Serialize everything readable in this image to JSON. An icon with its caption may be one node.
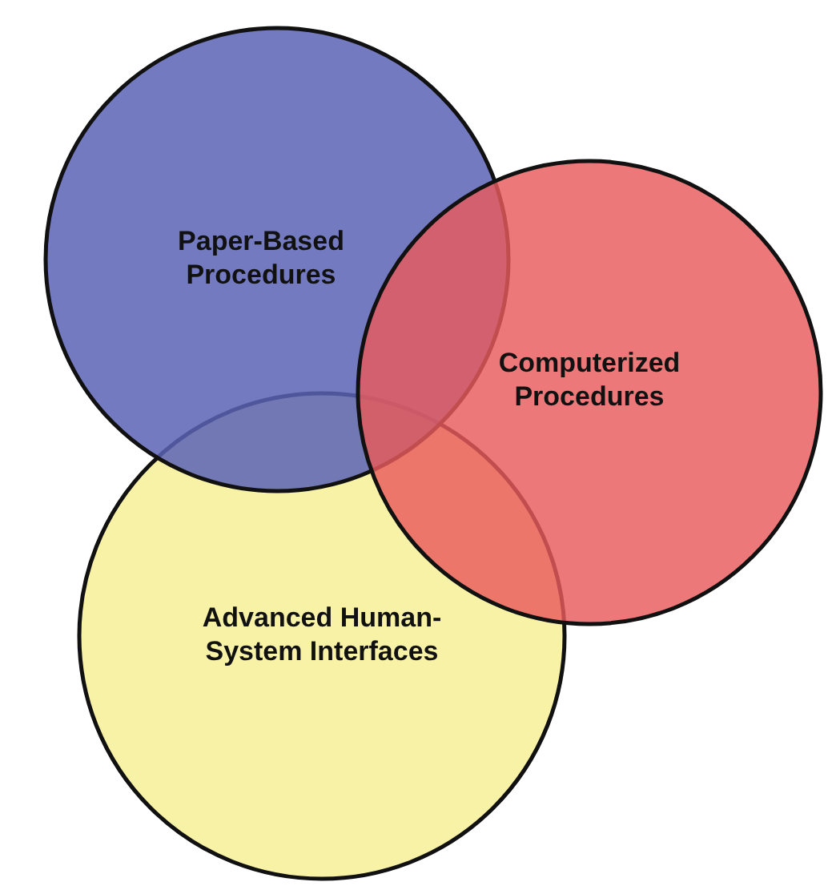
{
  "diagram": {
    "nodes": [
      {
        "text": [
          "Paper-Based Procedures"
        ]
      },
      {
        "text": [
          "Computerized Procedures"
        ]
      },
      {
        "text": [
          "Advanced Human-System Interfaces"
        ]
      }
    ]
  }
}
